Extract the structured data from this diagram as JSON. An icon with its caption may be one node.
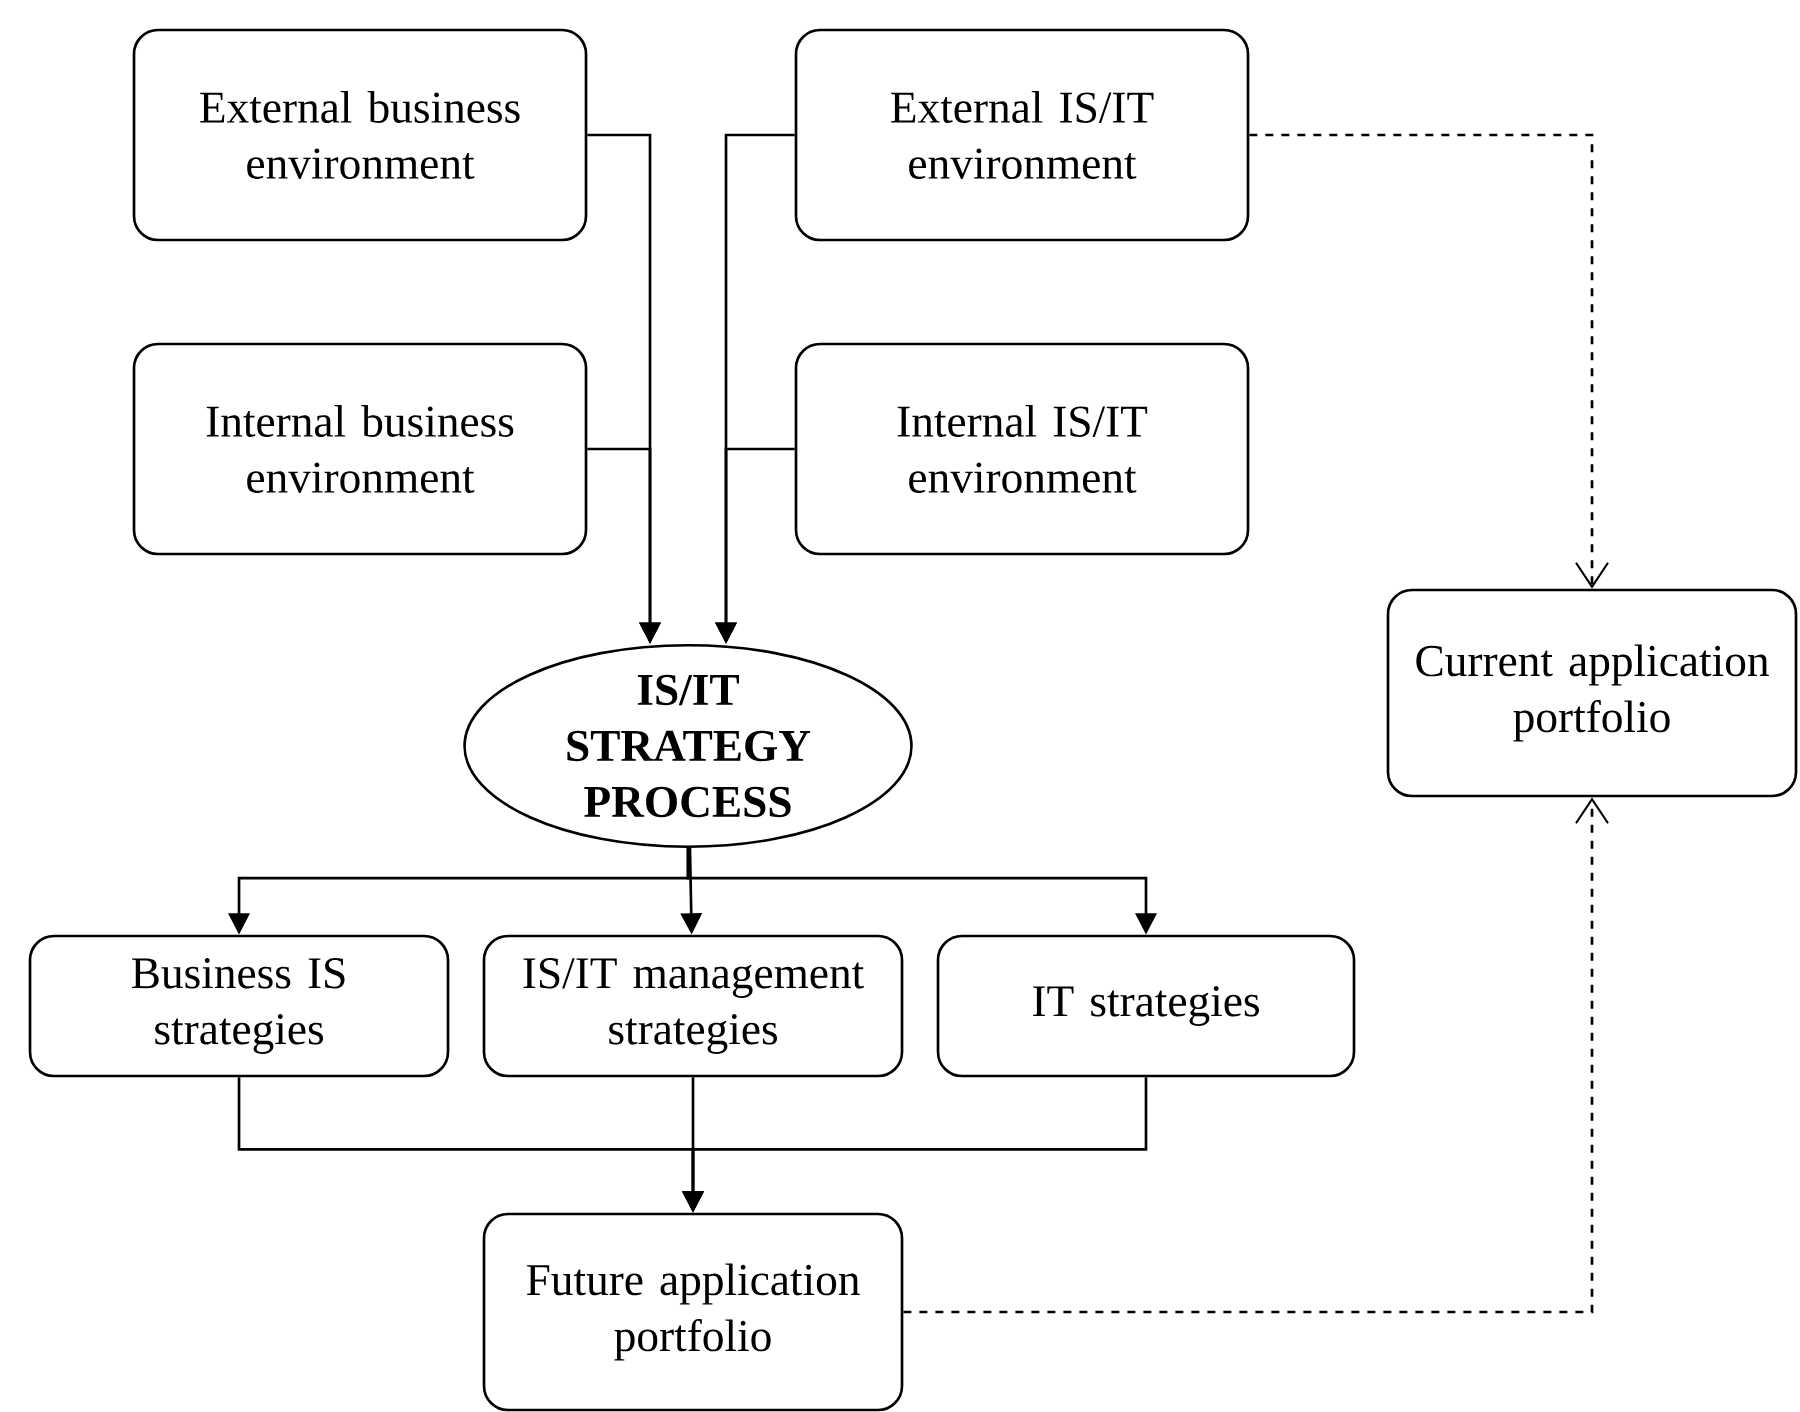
{
  "diagram": {
    "nodes": [
      {
        "text": [
          "External business environment"
        ]
      },
      {
        "text": [
          "External IS/IT environment"
        ]
      },
      {
        "text": [
          "Internal business environment"
        ]
      },
      {
        "text": [
          "Internal IS/IT environment"
        ]
      },
      {
        "text": [
          "Current application portfolio"
        ]
      },
      {
        "text": [
          "IS/IT STRATEGY PROCESS"
        ]
      },
      {
        "text": [
          "Business IS strategies"
        ]
      },
      {
        "text": [
          "IS/IT management strategies"
        ]
      },
      {
        "text": [
          "IT strategies"
        ]
      },
      {
        "text": [
          "Future application portfolio"
        ]
      }
    ],
    "edges": [
      {
        "from": 0,
        "to": 5,
        "arrow": "to"
      },
      {
        "from": 2,
        "to": 5,
        "arrow": "to"
      },
      {
        "from": 1,
        "to": 5,
        "arrow": "to"
      },
      {
        "from": 3,
        "to": 5,
        "arrow": "to"
      },
      {
        "from": 5,
        "to": 6,
        "arrow": "to"
      },
      {
        "from": 5,
        "to": 7,
        "arrow": "to"
      },
      {
        "from": 5,
        "to": 8,
        "arrow": "to"
      },
      {
        "from": 6,
        "to": 9,
        "arrow": "to"
      },
      {
        "from": 7,
        "to": 9,
        "arrow": "to"
      },
      {
        "from": 8,
        "to": 9,
        "arrow": "to"
      },
      {
        "from": 1,
        "to": 4,
        "arrow": "to",
        "style": "dashed"
      },
      {
        "from": 9,
        "to": 4,
        "arrow": "to",
        "style": "dashed"
      }
    ]
  }
}
